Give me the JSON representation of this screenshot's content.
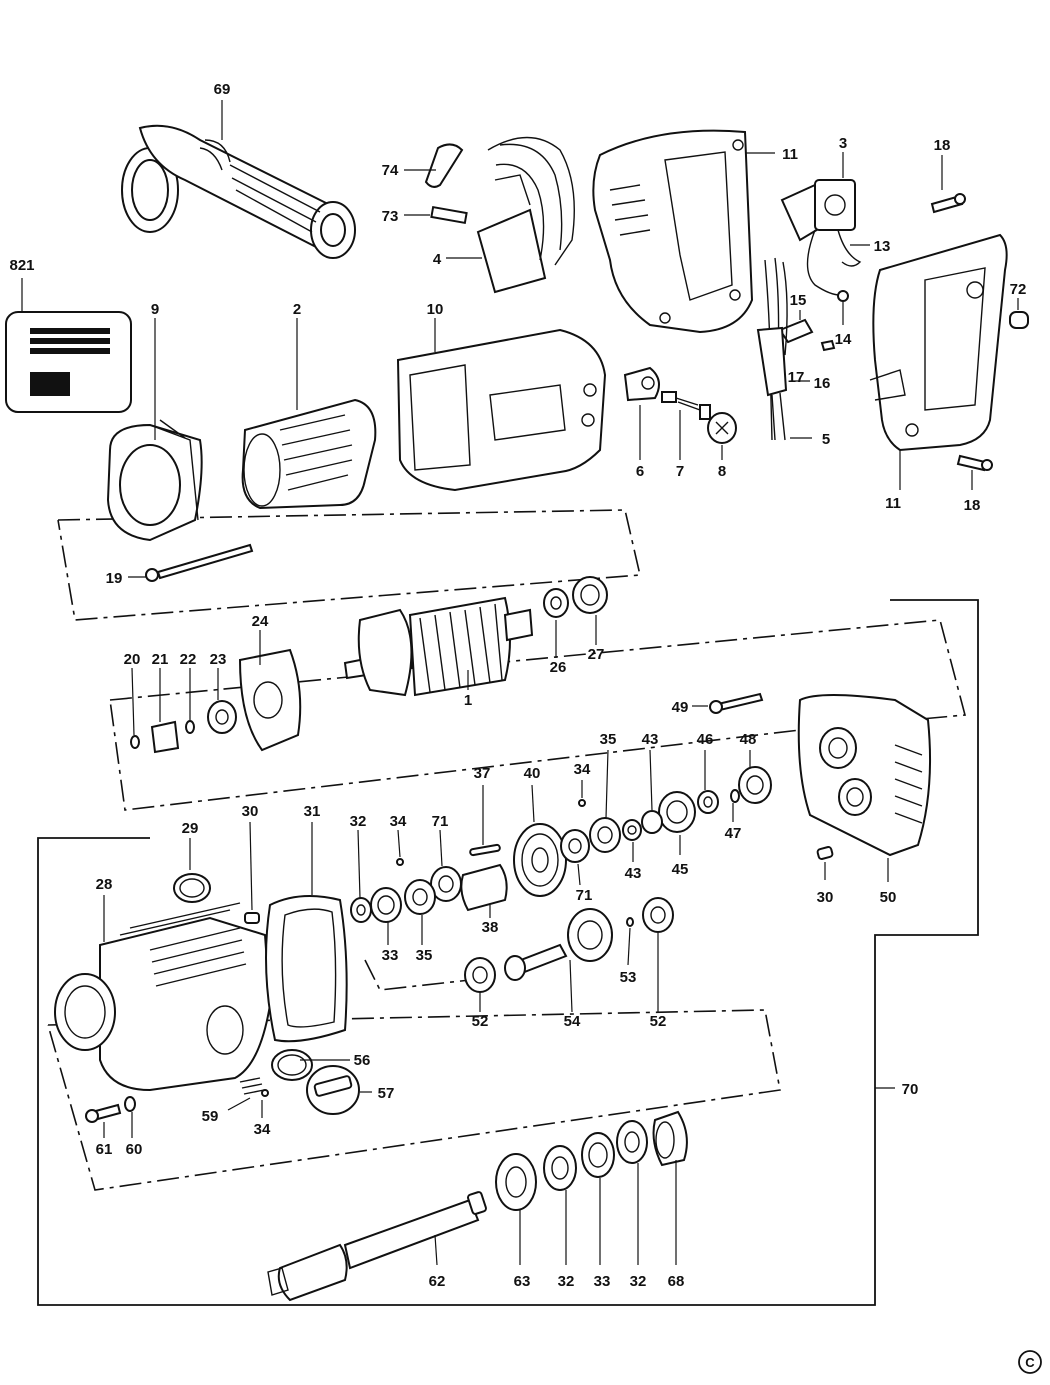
{
  "labels": {
    "p1": "1",
    "p2": "2",
    "p3": "3",
    "p4": "4",
    "p5": "5",
    "p6": "6",
    "p7": "7",
    "p8": "8",
    "p9": "9",
    "p10": "10",
    "p11a": "11",
    "p11b": "11",
    "p13": "13",
    "p14": "14",
    "p15": "15",
    "p16": "16",
    "p17": "17",
    "p18a": "18",
    "p18b": "18",
    "p19": "19",
    "p20": "20",
    "p21": "21",
    "p22": "22",
    "p23": "23",
    "p24": "24",
    "p26": "26",
    "p27": "27",
    "p28": "28",
    "p29": "29",
    "p30a": "30",
    "p30b": "30",
    "p31": "31",
    "p32a": "32",
    "p32b": "32",
    "p32c": "32",
    "p33a": "33",
    "p33b": "33",
    "p34a": "34",
    "p34b": "34",
    "p34c": "34",
    "p35a": "35",
    "p35b": "35",
    "p37": "37",
    "p38": "38",
    "p40": "40",
    "p43a": "43",
    "p43b": "43",
    "p45": "45",
    "p46": "46",
    "p47": "47",
    "p48": "48",
    "p49": "49",
    "p50": "50",
    "p52a": "52",
    "p52b": "52",
    "p53": "53",
    "p54": "54",
    "p56": "56",
    "p57": "57",
    "p59": "59",
    "p60": "60",
    "p61": "61",
    "p62": "62",
    "p63": "63",
    "p68": "68",
    "p69": "69",
    "p70": "70",
    "p71a": "71",
    "p71b": "71",
    "p72": "72",
    "p73": "73",
    "p74": "74",
    "p821": "821"
  },
  "copyright": "C"
}
